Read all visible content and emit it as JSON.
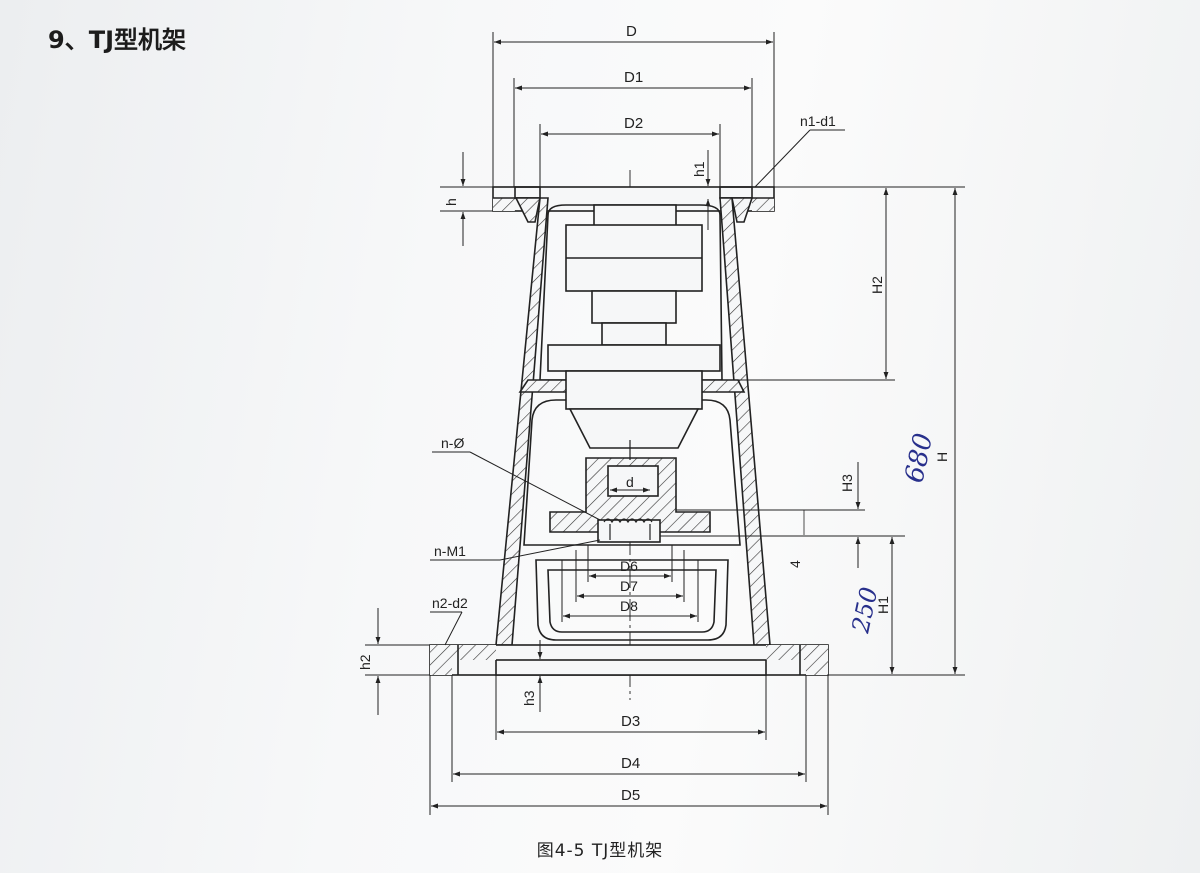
{
  "heading": "9、TJ型机架",
  "caption": "图4-5 TJ型机架",
  "labels": {
    "D": "D",
    "D1": "D1",
    "D2": "D2",
    "D3": "D3",
    "D4": "D4",
    "D5": "D5",
    "D6": "D6",
    "D7": "D7",
    "D8": "D8",
    "d": "d",
    "h": "h",
    "h1": "h1",
    "h2": "h2",
    "h3": "h3",
    "H": "H",
    "H1": "H1",
    "H2": "H2",
    "H3": "H3",
    "dim_4": "4",
    "n1_d1": "n1-d1",
    "n2_d2": "n2-d2",
    "n_phi": "n-Ø",
    "n_M1": "n-M1"
  },
  "handwritten": {
    "H_value": "680",
    "H1_value": "250"
  },
  "colors": {
    "line": "#2a2a2a",
    "ink": "#28308c",
    "paper": "#f6f7f8"
  }
}
